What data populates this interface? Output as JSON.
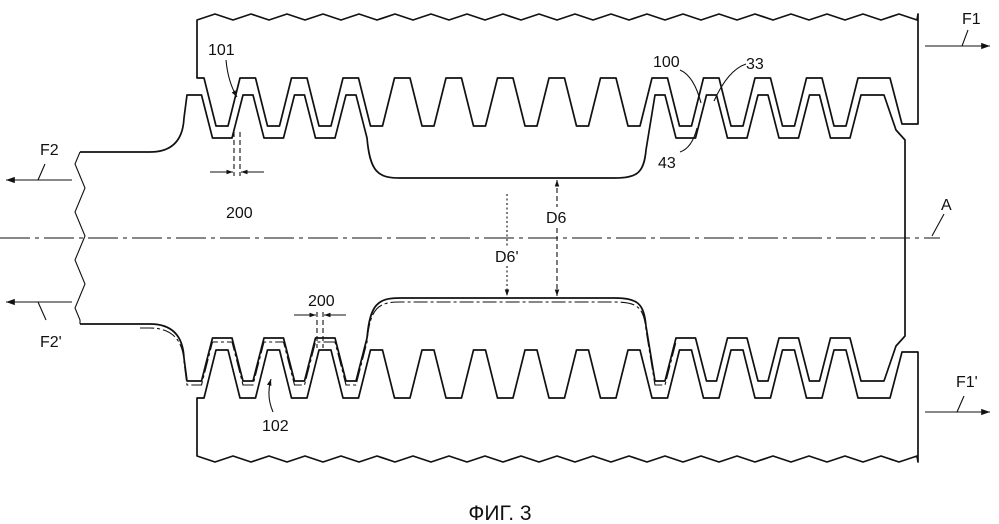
{
  "figure": {
    "caption": "ФИГ. 3",
    "labels": {
      "force_f1": "F1",
      "force_f2": "F2",
      "force_f2_prime": "F2'",
      "force_f1_prime": "F1'",
      "ref_101": "101",
      "ref_100": "100",
      "ref_33": "33",
      "ref_43": "43",
      "ref_200_upper": "200",
      "ref_200_lower": "200",
      "dim_d6": "D6",
      "dim_d6_prime": "D6'",
      "axis_a": "A",
      "ref_102": "102"
    }
  }
}
